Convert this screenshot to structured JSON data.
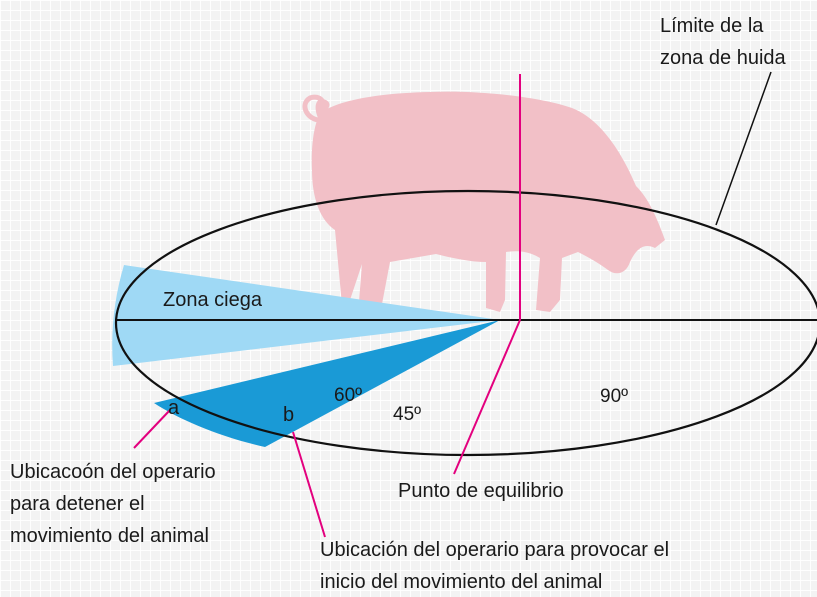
{
  "labels": {
    "limit_line1": "Límite de la",
    "limit_line2": "zona de huida",
    "blind_zone": "Zona ciega",
    "angle_60": "60º",
    "angle_45": "45º",
    "angle_90": "90º",
    "point_a": "a",
    "point_b": "b",
    "operator_stop_line1": "Ubicacoón del operario",
    "operator_stop_line2": "para detener el",
    "operator_stop_line3": "movimiento del animal",
    "balance_point": "Punto de equilibrio",
    "operator_start_line1": "Ubicación del operario para provocar el",
    "operator_start_line2": "inicio del movimiento del animal"
  },
  "colors": {
    "pig": "#f2c0c7",
    "blind_zone": "#9fd9f5",
    "stop_zone": "#1a9ad6",
    "pointer": "#e3007e",
    "outline": "#111111"
  }
}
